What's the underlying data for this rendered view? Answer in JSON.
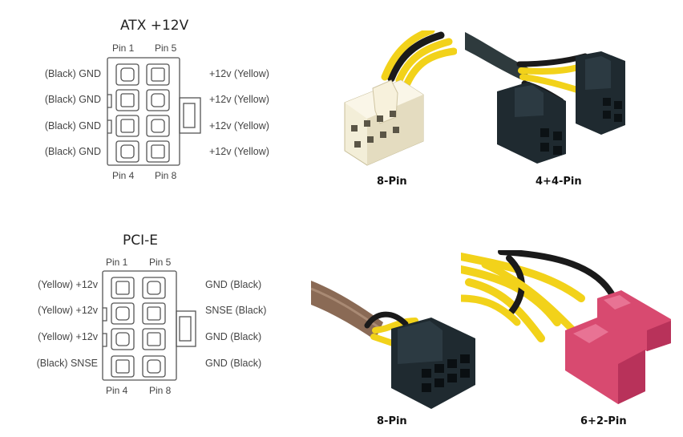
{
  "atx": {
    "title": "ATX +12V",
    "pin_top_left": "Pin 1",
    "pin_top_right": "Pin 5",
    "pin_bottom_left": "Pin 4",
    "pin_bottom_right": "Pin 8",
    "left_labels": [
      "(Black)  GND",
      "(Black)  GND",
      "(Black)  GND",
      "(Black)  GND"
    ],
    "right_labels": [
      "+12v  (Yellow)",
      "+12v  (Yellow)",
      "+12v  (Yellow)",
      "+12v  (Yellow)"
    ]
  },
  "pcie": {
    "title": "PCI-E",
    "pin_top_left": "Pin 1",
    "pin_top_right": "Pin 5",
    "pin_bottom_left": "Pin 4",
    "pin_bottom_right": "Pin 8",
    "left_labels": [
      "(Yellow) +12v",
      "(Yellow) +12v",
      "(Yellow) +12v",
      "(Black) SNSE"
    ],
    "right_labels": [
      "GND (Black)",
      "SNSE (Black)",
      "GND (Black)",
      "GND (Black)"
    ]
  },
  "captions": {
    "atx_8pin": "8-Pin",
    "atx_4plus4": "4+4-Pin",
    "pcie_8pin": "8-Pin",
    "pcie_6plus2": "6+2-Pin"
  },
  "colors": {
    "wire_yellow": "#f2d21a",
    "wire_black": "#1a1a1a",
    "connector_white": "#f3eed8",
    "connector_dark": "#1f2a30",
    "connector_red": "#d84a70",
    "sleeve_brown": "#8a6a55"
  }
}
